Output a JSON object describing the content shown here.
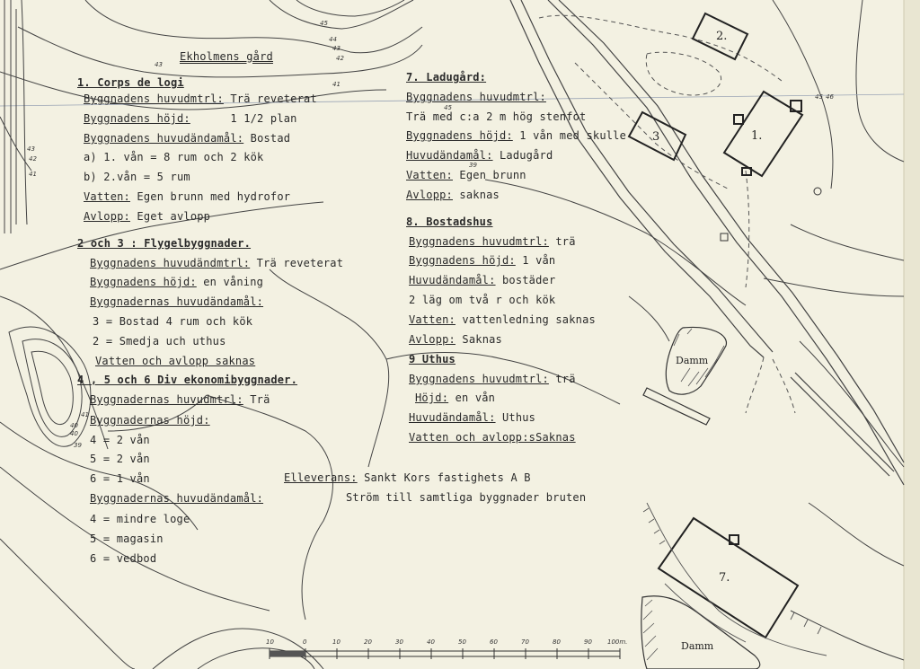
{
  "title": "Ekholmens gård",
  "left_column": {
    "s1_heading": "1. Corps de logi",
    "s1_material_label": "Byggnadens huvudmtrl:",
    "s1_material_value": "Trä reveterat",
    "s1_height_label": "Byggnadens höjd:",
    "s1_height_value": "1 1/2 plan",
    "s1_purpose_label": "Byggnadens huvudändamål:",
    "s1_purpose_value": "Bostad",
    "s1_a": "a) 1. vån = 8 rum och 2 kök",
    "s1_b": "b) 2.vån  = 5 rum",
    "s1_water_label": "Vatten:",
    "s1_water_value": "Egen brunn med hydrofor",
    "s1_sewer_label": "Avlopp:",
    "s1_sewer_value": "Eget avlopp",
    "s23_heading": "2 och 3 : Flygelbyggnader.",
    "s23_material_label": "Byggnadens huvudändmtrl:",
    "s23_material_value": "Trä reveterat",
    "s23_height_label": "Byggnadens höjd:",
    "s23_height_value": "en våning",
    "s23_purpose_label": "Byggnadernas huvudändamål:",
    "s23_item3": "3 = Bostad 4 rum och kök",
    "s23_item2": "2 = Smedja uch uthus",
    "s23_note": "Vatten och avlopp saknas",
    "s456_heading": "4 , 5 och 6  Div ekonomibyggnader.",
    "s456_material_label": "Byggnadernas huvudmtrl:",
    "s456_material_value": "Trä",
    "s456_height_label": "Byggnadernas höjd:",
    "s456_h4": "4 = 2 vån",
    "s456_h5": "5 = 2 vån",
    "s456_h6": "6 = 1 vån",
    "s456_purpose_label": "Byggnadernas huvudändamål:",
    "s456_p4": "4 = mindre loge",
    "s456_p5": "5 = magasin",
    "s456_p6": "6 = vedbod"
  },
  "right_column": {
    "s7_heading": "7. Ladugård:",
    "s7_material_label": "Byggnadens huvudmtrl:",
    "s7_material_value": "Trä med c:a 2 m hög stenfot",
    "s7_height_label": "Byggnadens höjd:",
    "s7_height_value": "1 vån med skulle",
    "s7_purpose_label": "Huvudändamål:",
    "s7_purpose_value": "Ladugård",
    "s7_water_label": "Vatten:",
    "s7_water_value": "Egen brunn",
    "s7_sewer_label": "Avlopp:",
    "s7_sewer_value": "saknas",
    "s8_heading": "8. Bostadshus",
    "s8_material_label": "Byggnadens huvudmtrl:",
    "s8_material_value": "trä",
    "s8_height_label": "Byggnadens höjd:",
    "s8_height_value": "1 vån",
    "s8_purpose_label": "Huvudändamål:",
    "s8_purpose_value": "bostäder",
    "s8_detail": "2 läg om två r och kök",
    "s8_water_label": "Vatten:",
    "s8_water_value": "vattenledning saknas",
    "s8_sewer_label": "Avlopp:",
    "s8_sewer_value": "Saknas",
    "s9_heading": "9 Uthus",
    "s9_material_label": "Byggnadens huvudmtrl:",
    "s9_material_value": "trä",
    "s9_height_label": "Höjd:",
    "s9_height_value": "en vån",
    "s9_purpose_label": "Huvudändamål:",
    "s9_purpose_value": "Uthus",
    "s9_note": "Vatten och avlopp:sSaknas"
  },
  "footer": {
    "power_label": "Elleverans:",
    "power_value": "Sankt Kors fastighets A B",
    "power_note": "Ström till samtliga byggnader bruten"
  },
  "map_labels": {
    "b1": "1.",
    "b2": "2.",
    "b3": "3",
    "b7": "7.",
    "pond1": "Damm",
    "pond2": "Damm"
  },
  "contour_labels": [
    "45",
    "44",
    "43",
    "42",
    "43",
    "41",
    "43",
    "42",
    "41",
    "40",
    "39",
    "41",
    "40",
    "45",
    "46",
    "39",
    "45"
  ],
  "scale_bar": {
    "ticks": [
      "10",
      "0",
      "10",
      "20",
      "30",
      "40",
      "50",
      "60",
      "70",
      "80",
      "90",
      "100m."
    ]
  },
  "colors": {
    "paper": "#f3f1e2",
    "ink": "#2a2a2a"
  }
}
